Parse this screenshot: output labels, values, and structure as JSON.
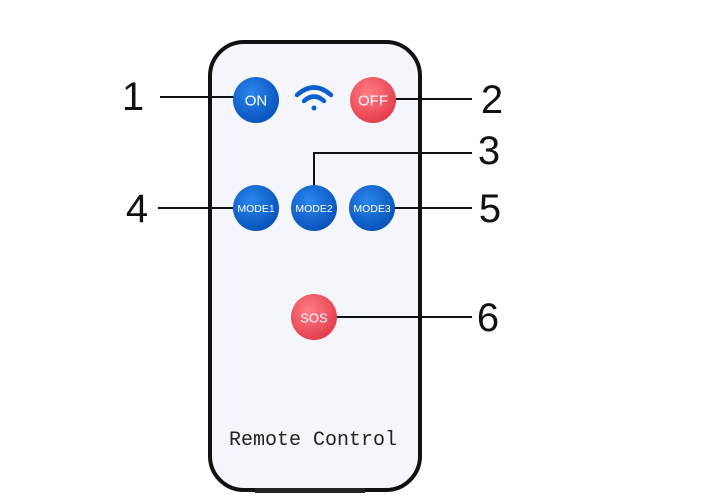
{
  "remote": {
    "title": "Remote Control",
    "buttons": {
      "on": "ON",
      "off": "OFF",
      "mode1": "MODE1",
      "mode2": "MODE2",
      "mode3": "MODE3",
      "sos": "SOS"
    },
    "signal_icon": "wifi-signal-icon"
  },
  "callouts": [
    "1",
    "2",
    "3",
    "4",
    "5",
    "6"
  ],
  "colors": {
    "blue": "#0a5fd0",
    "red": "#f0525e",
    "body": "#f4f6fb",
    "outline": "#111111"
  }
}
